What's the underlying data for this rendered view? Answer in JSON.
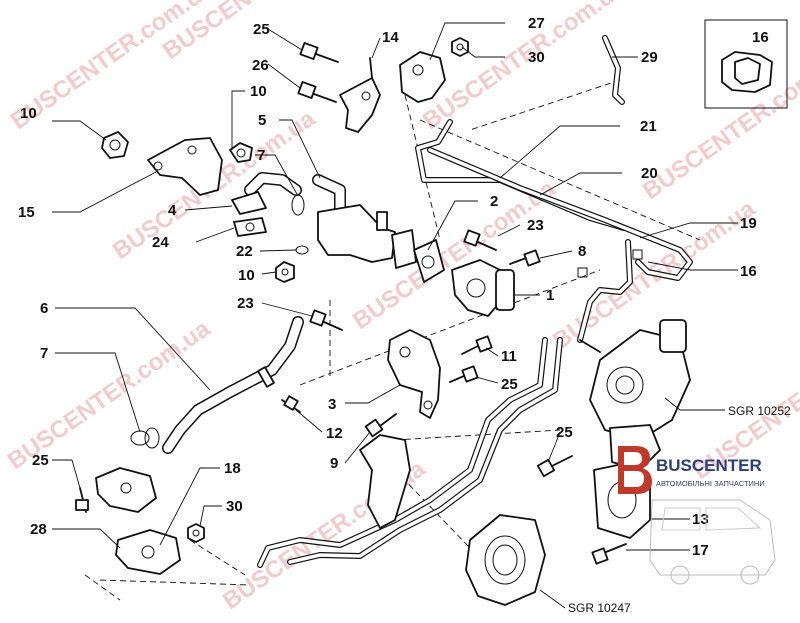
{
  "watermark": "BUSCENTER.com.ua",
  "brand": {
    "name": "BUSCENTER",
    "tagline": "АВТОМОБІЛЬНІ ЗАПЧАСТИНИ",
    "color_red": "#c0392b",
    "color_blue": "#2d3e7a"
  },
  "callouts": [
    "25",
    "27",
    "14",
    "30",
    "26",
    "29",
    "16",
    "10",
    "10",
    "5",
    "7",
    "21",
    "15",
    "4",
    "20",
    "2",
    "24",
    "23",
    "19",
    "22",
    "8",
    "16",
    "10",
    "1",
    "6",
    "23",
    "11",
    "7",
    "3",
    "25",
    "12",
    "25",
    "9",
    "SGR 10252",
    "25",
    "18",
    "30",
    "28",
    "13",
    "17",
    "SGR 10247"
  ]
}
